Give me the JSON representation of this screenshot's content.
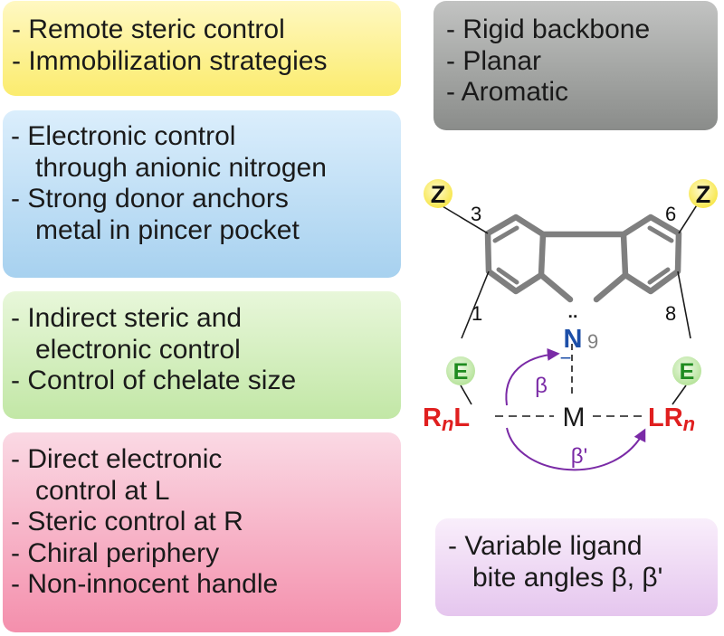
{
  "boxes": {
    "yellow": [
      "- Remote steric control",
      "- Immobilization strategies"
    ],
    "gray": [
      "- Rigid backbone",
      "- Planar",
      "- Aromatic"
    ],
    "blue": [
      "- Electronic control",
      "through anionic nitrogen",
      "- Strong donor anchors",
      "metal in pincer pocket"
    ],
    "green": [
      "- Indirect steric and",
      "electronic control",
      "- Control of chelate size"
    ],
    "red": [
      "- Direct electronic",
      "control at L",
      "- Steric control at R",
      "- Chiral periphery",
      "- Non-innocent handle"
    ],
    "violet": [
      "- Variable ligand",
      "bite angles β, β'"
    ]
  },
  "structure": {
    "z": "Z",
    "e": "E",
    "n": "N",
    "minus": "−",
    "lone_pair": "¨",
    "metal": "M",
    "l": "L",
    "r": "R",
    "n_sub": "n",
    "beta": "β",
    "beta_prime": "β'",
    "positions": [
      "3",
      "6",
      "1",
      "8",
      "9"
    ]
  },
  "colors": {
    "ring": "#7f7f7f",
    "z_fill": "#fff27a",
    "e_fill": "#c6eab0",
    "e_text": "#1f8b1f",
    "n_text": "#1d4fa8",
    "l_text": "#e01f1f",
    "arrow": "#7a2aa6"
  }
}
